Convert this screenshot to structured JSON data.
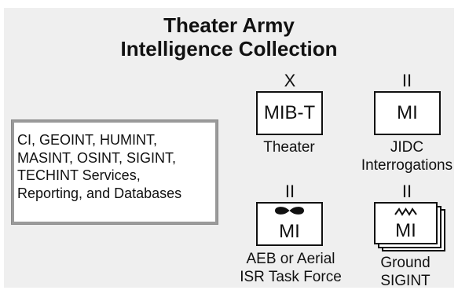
{
  "title": {
    "line1": "Theater Army",
    "line2": "Intelligence Collection"
  },
  "services_box": {
    "lines": [
      "CI, GEOINT, HUMINT,",
      "MASINT, OSINT, SIGINT,",
      "TECHINT Services,",
      "Reporting, and Databases"
    ]
  },
  "units": [
    {
      "echelon": "X",
      "symbol_text": "MIB-T",
      "label_lines": [
        "Theater"
      ]
    },
    {
      "echelon": "II",
      "symbol_text": "MI",
      "label_lines": [
        "JIDC",
        "Interrogations"
      ]
    },
    {
      "echelon": "II",
      "symbol_text": "MI",
      "label_lines": [
        "AEB or Aerial",
        "ISR Task Force"
      ]
    },
    {
      "echelon": "II",
      "symbol_text": "MI",
      "label_lines": [
        "Ground",
        "SIGINT"
      ]
    }
  ],
  "icons": {
    "aerial": "aerial-propeller-icon",
    "sigint": "electronic-zigzag-icon"
  },
  "colors": {
    "background": "#efefef",
    "text": "#111111",
    "box_border": "#9a9a9a"
  }
}
